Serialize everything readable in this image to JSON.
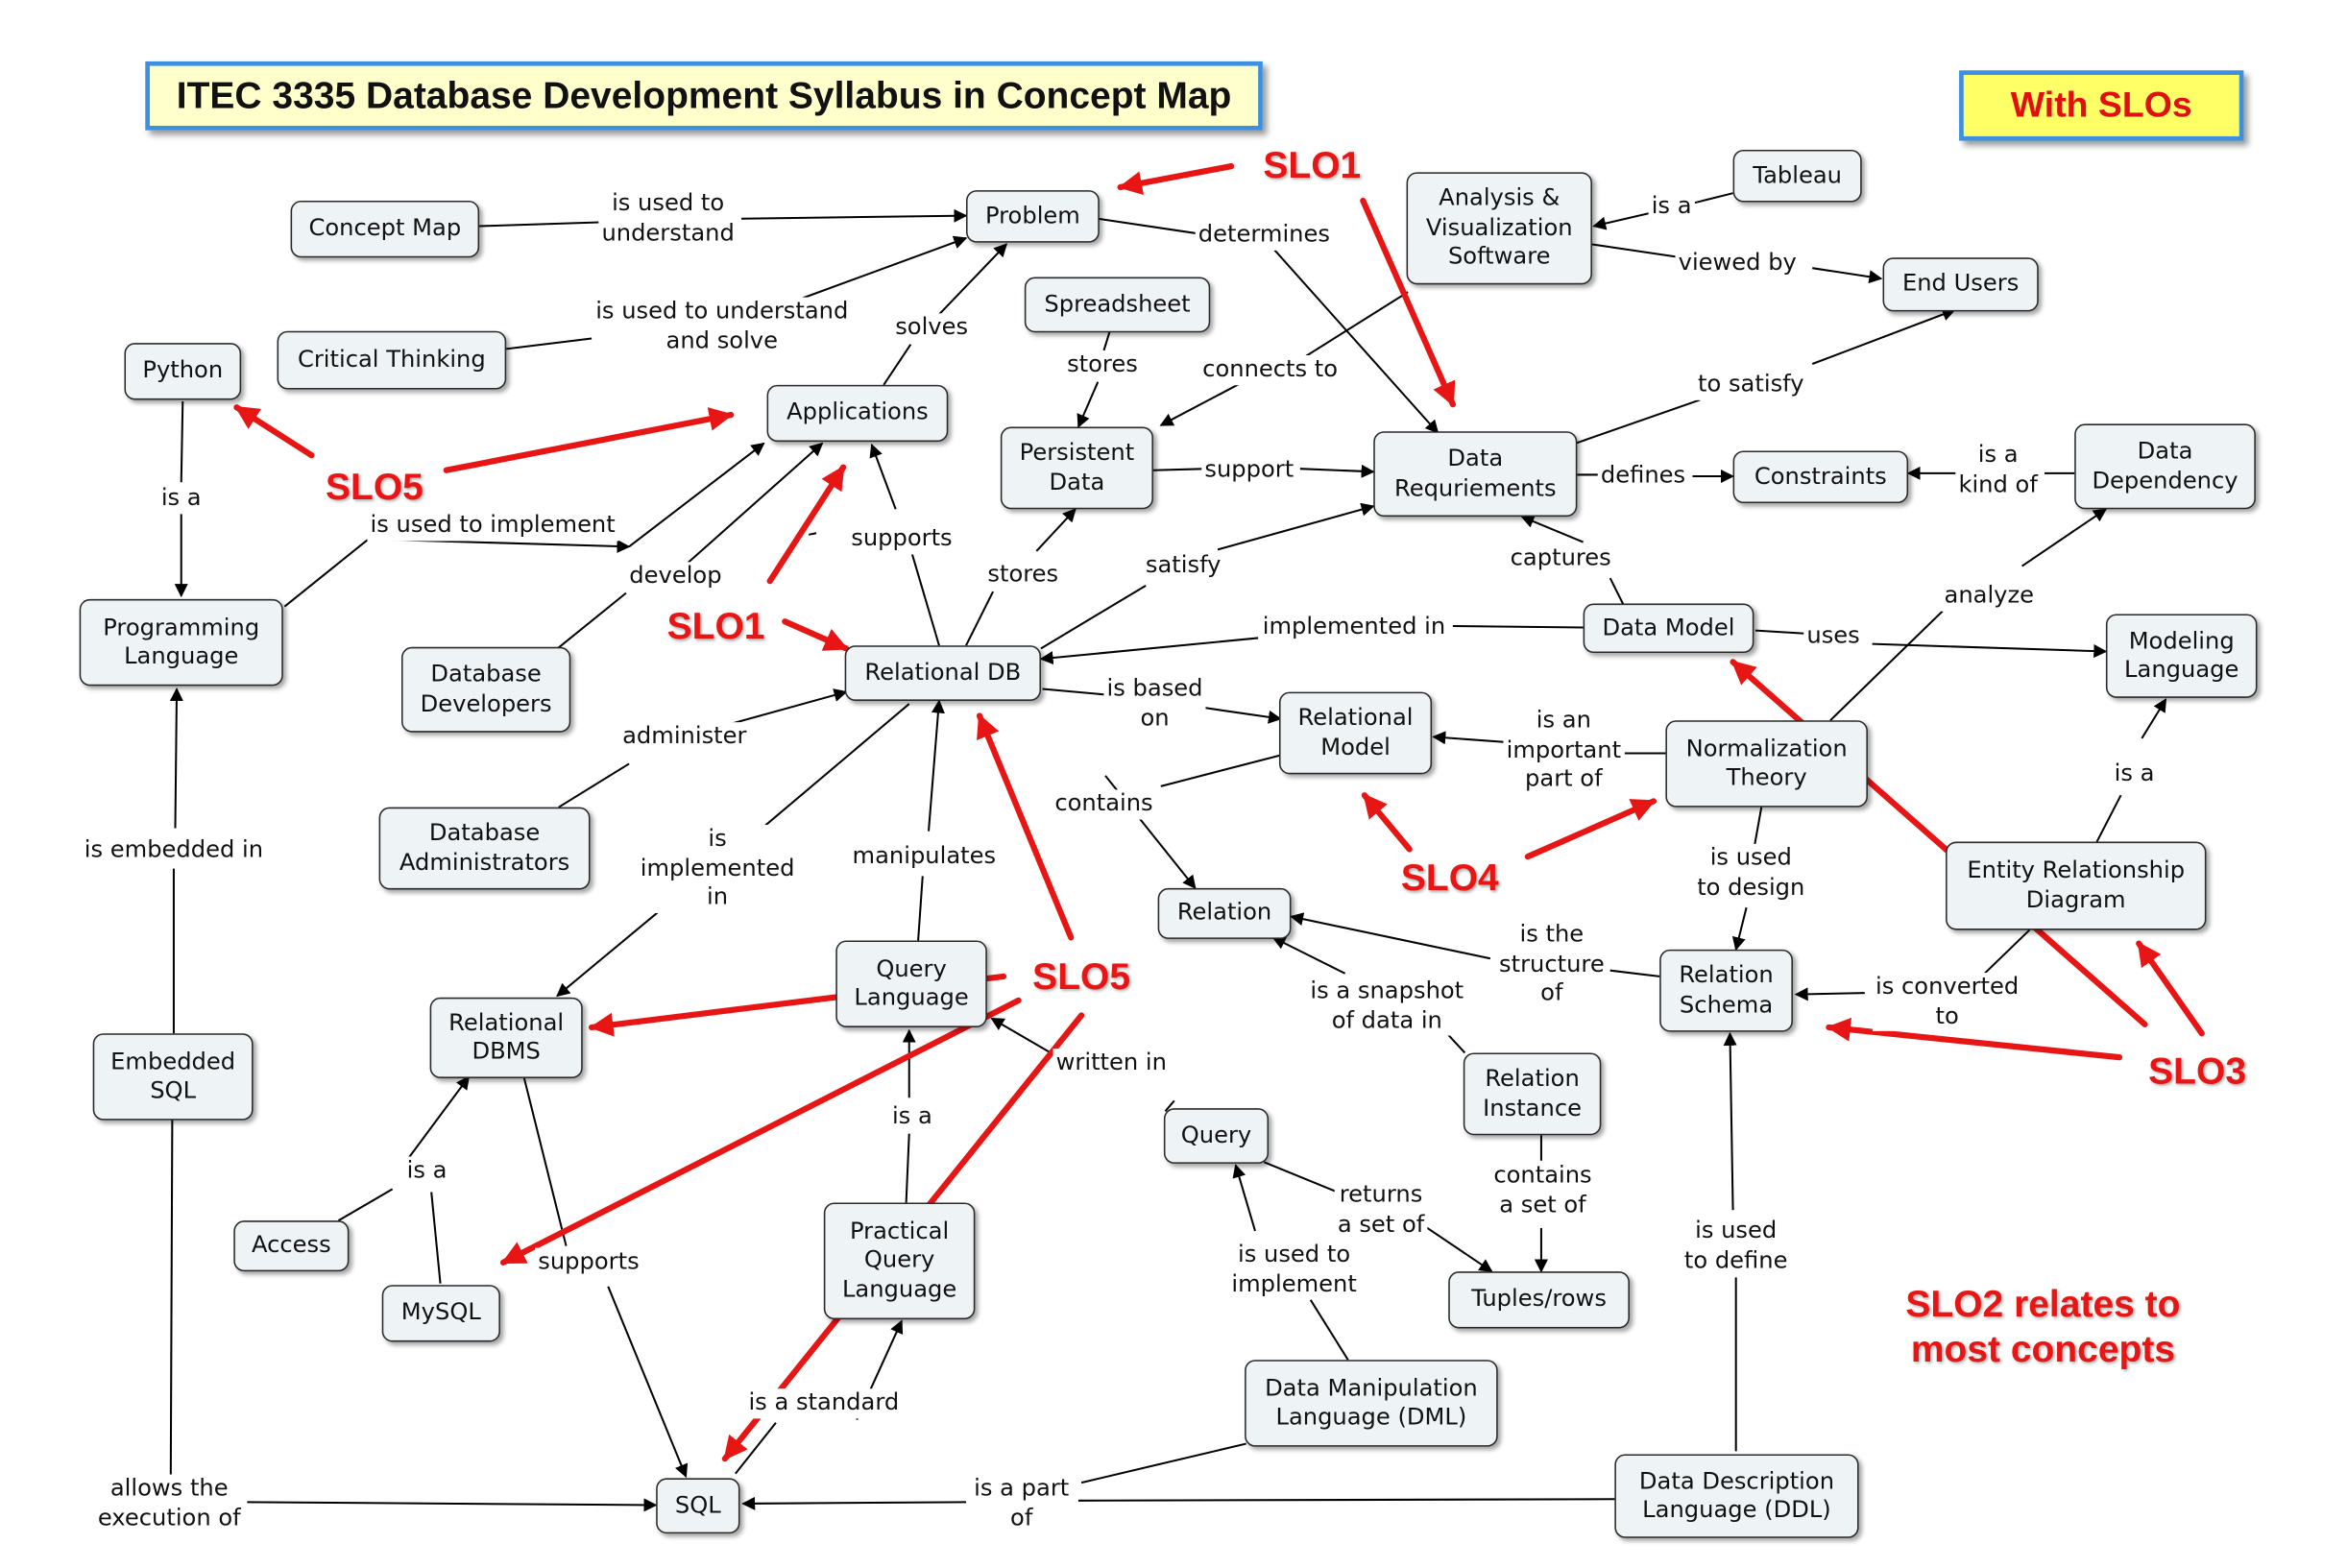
{
  "title": "ITEC 3335 Database Development Syllabus in Concept Map",
  "slo_badge": "With SLOs",
  "slo_note": "SLO2 relates to\nmost concepts",
  "nodes": {
    "concept_map": "Concept Map",
    "problem": "Problem",
    "analysis_viz": "Analysis &\nVisualization\nSoftware",
    "tableau": "Tableau",
    "end_users": "End Users",
    "critical_thinking": "Critical Thinking",
    "python": "Python",
    "spreadsheet": "Spreadsheet",
    "applications": "Applications",
    "persistent_data": "Persistent\nData",
    "data_requirements": "Data\nRequriements",
    "constraints": "Constraints",
    "data_dependency": "Data\nDependency",
    "programming_language": "Programming\nLanguage",
    "data_model": "Data Model",
    "modeling_language": "Modeling\nLanguage",
    "database_developers": "Database\nDevelopers",
    "relational_db": "Relational DB",
    "relational_model": "Relational\nModel",
    "normalization_theory": "Normalization\nTheory",
    "database_administrators": "Database\nAdministrators",
    "er_diagram": "Entity Relationship\nDiagram",
    "relation": "Relation",
    "query_language": "Query\nLanguage",
    "relation_schema": "Relation\nSchema",
    "relational_dbms": "Relational\nDBMS",
    "embedded_sql": "Embedded\nSQL",
    "relation_instance": "Relation\nInstance",
    "query": "Query",
    "access": "Access",
    "practical_query_language": "Practical\nQuery\nLanguage",
    "mysql": "MySQL",
    "tuples_rows": "Tuples/rows",
    "dml": "Data Manipulation\nLanguage (DML)",
    "ddl": "Data Description\nLanguage (DDL)",
    "sql": "SQL"
  },
  "links": {
    "is_used_to_understand": "is used to\nunderstand",
    "determines": "determines",
    "is_a_tableau": "is a",
    "viewed_by": "viewed by",
    "is_used_to_understand_and_solve": "is used to understand\nand solve",
    "solves": "solves",
    "stores_spreadsheet": "stores",
    "connects_to": "connects to",
    "to_satisfy": "to satisfy",
    "is_a_python": "is a",
    "support": "support",
    "defines": "defines",
    "is_a_kind_of": "is a\nkind of",
    "is_used_to_implement": "is used to implement",
    "supports_apps": "supports",
    "develop": "develop",
    "stores_db": "stores",
    "satisfy": "satisfy",
    "captures": "captures",
    "analyze": "analyze",
    "implemented_in": "implemented in",
    "uses": "uses",
    "is_based_on": "is based\non",
    "is_an_important_part_of": "is an\nimportant\npart of",
    "administer": "administer",
    "contains_relation": "contains",
    "is_implemented_in": "is\nimplemented\nin",
    "manipulates": "manipulates",
    "is_a_er": "is a",
    "is_embedded_in": "is embedded in",
    "is_used_to_design": "is used\nto design",
    "is_the_structure_of": "is the\nstructure\nof",
    "is_a_snapshot_of_data_in": "is a snapshot\nof data in",
    "is_converted_to": "is converted\nto",
    "written_in": "written in",
    "is_a_pql": "is a",
    "is_a_mysql": "is a",
    "contains_tuples": "contains\na set of",
    "returns_a_set_of": "returns\na set of",
    "is_used_to_implement_dml": "is used to\nimplement",
    "is_used_to_define": "is used\nto define",
    "supports_dbms": "supports",
    "is_a_standard": "is a standard",
    "allows_the_execution_of": "allows the\nexecution of",
    "is_a_part_of": "is a part\nof"
  },
  "slo_labels": {
    "slo1_top": "SLO1",
    "slo1_mid": "SLO1",
    "slo3": "SLO3",
    "slo4": "SLO4",
    "slo5_left": "SLO5",
    "slo5_center": "SLO5"
  },
  "colors": {
    "node_fill": "#eef3f6",
    "title_fill": "#ffffcc",
    "badge_fill": "#ffff66",
    "frame_blue": "#3d8fe0",
    "slo_red": "#e81515"
  }
}
